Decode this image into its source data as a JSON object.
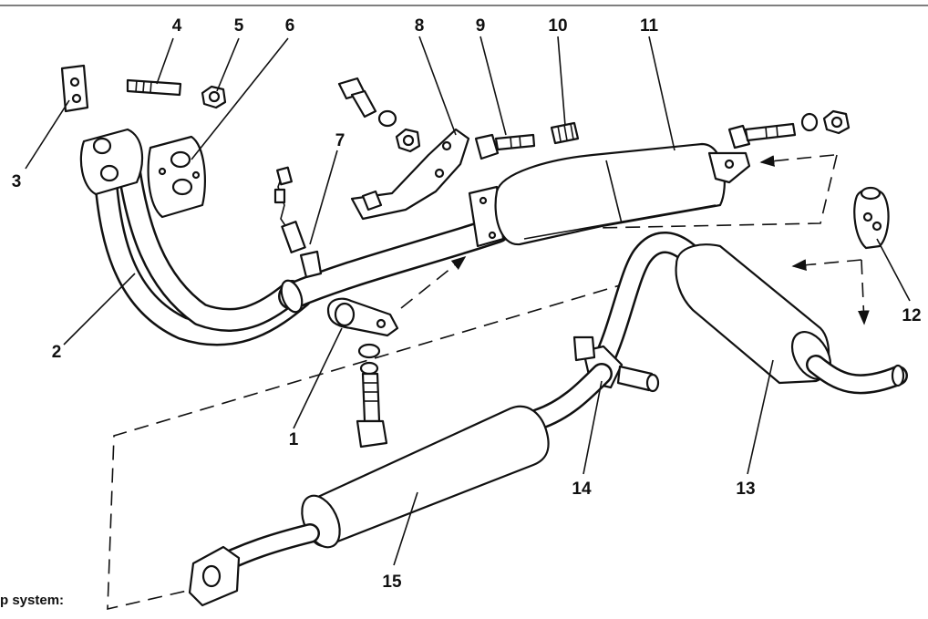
{
  "figure": {
    "caption": "p system:",
    "callouts": [
      {
        "id": "1",
        "label": "1"
      },
      {
        "id": "2",
        "label": "2"
      },
      {
        "id": "3",
        "label": "3"
      },
      {
        "id": "4",
        "label": "4"
      },
      {
        "id": "5",
        "label": "5"
      },
      {
        "id": "6",
        "label": "6"
      },
      {
        "id": "7",
        "label": "7"
      },
      {
        "id": "8",
        "label": "8"
      },
      {
        "id": "9",
        "label": "9"
      },
      {
        "id": "10",
        "label": "10"
      },
      {
        "id": "11",
        "label": "11"
      },
      {
        "id": "12",
        "label": "12"
      },
      {
        "id": "13",
        "label": "13"
      },
      {
        "id": "14",
        "label": "14"
      },
      {
        "id": "15",
        "label": "15"
      }
    ]
  }
}
